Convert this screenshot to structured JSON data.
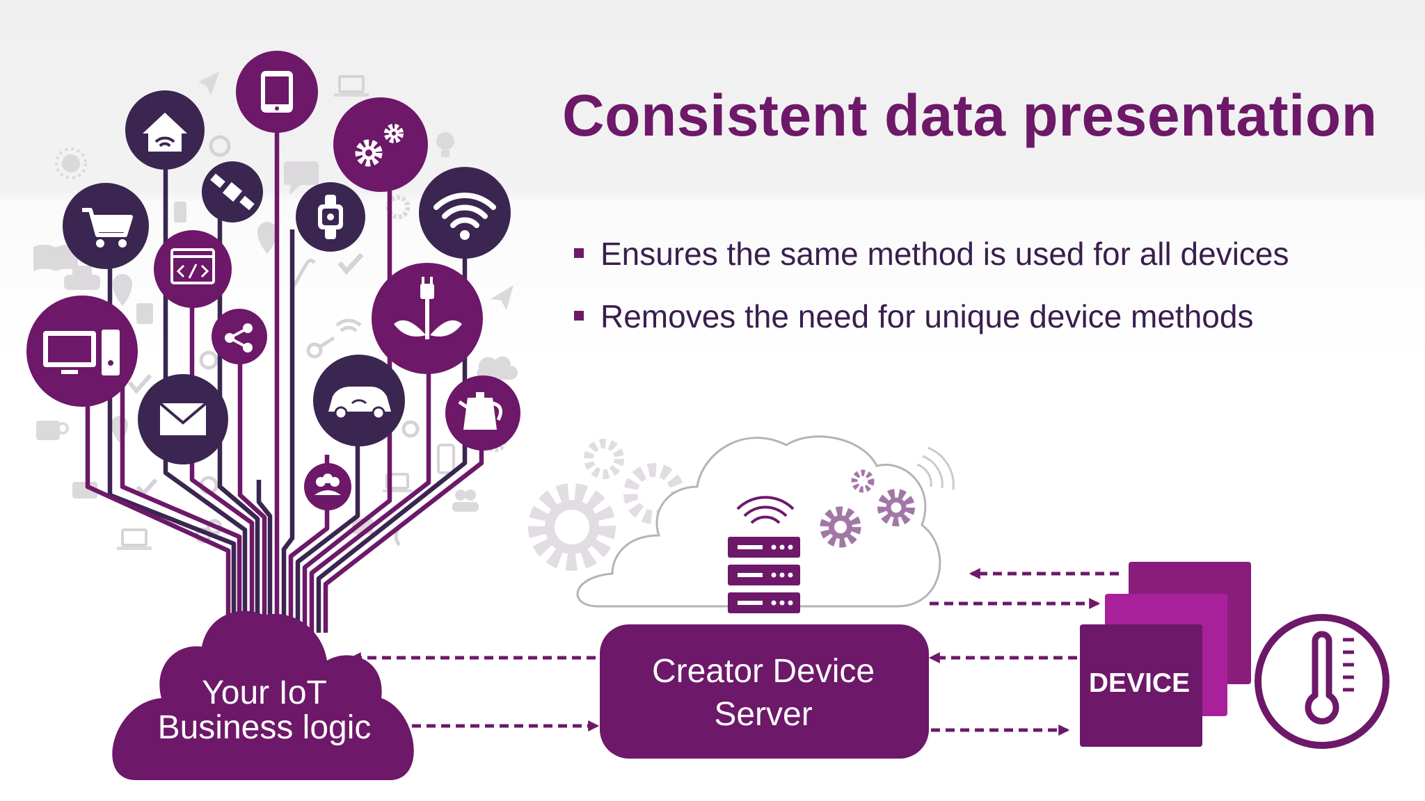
{
  "slide": {
    "title": "Consistent data presentation",
    "bullets": [
      "Ensures the same method is used for all devices",
      "Removes the need for unique device methods"
    ]
  },
  "diagram": {
    "business_logic_line1": "Your IoT",
    "business_logic_line2": "Business logic",
    "server_line1": "Creator Device",
    "server_line2": "Server",
    "device_label": "DEVICE"
  },
  "colors": {
    "primary_purple": "#6d1869",
    "dark_purple": "#3a2650",
    "magenta": "#a0208f",
    "light_gray_icons": "#d9d6da"
  },
  "tree_icons": [
    "home-wifi-icon",
    "smartphone-icon",
    "gears-icon",
    "shopping-cart-icon",
    "satellite-icon",
    "smartwatch-icon",
    "wifi-icon",
    "code-window-icon",
    "desktop-computer-icon",
    "share-icon",
    "plug-plant-icon",
    "envelope-icon",
    "smart-car-icon",
    "kettle-icon",
    "people-icon"
  ]
}
